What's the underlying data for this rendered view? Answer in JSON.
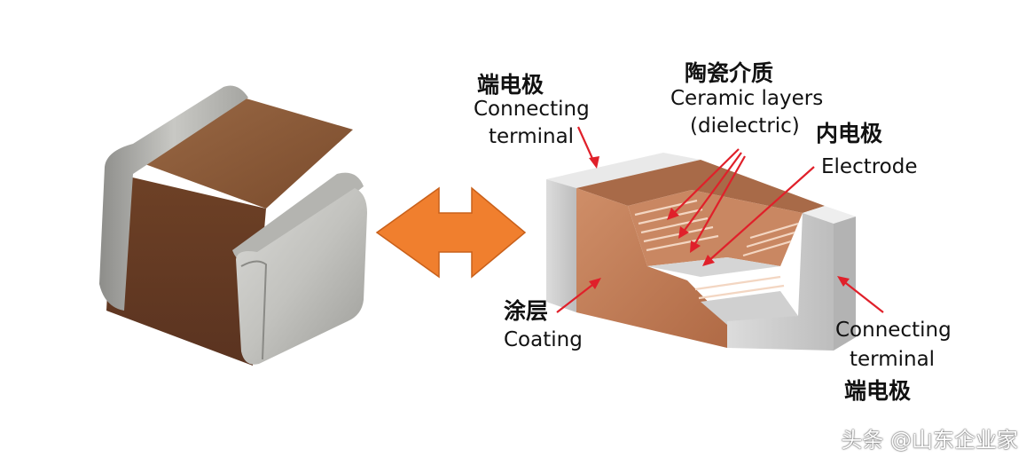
{
  "labels": {
    "top_terminal_cn": "端电极",
    "top_terminal_en_1": "Connecting",
    "top_terminal_en_2": "terminal",
    "ceramic_cn": "陶瓷介质",
    "ceramic_en_1": "Ceramic layers",
    "ceramic_en_2": "(dielectric)",
    "electrode_cn": "内电极",
    "electrode_en": "Electrode",
    "coating_cn": "涂层",
    "coating_en": "Coating",
    "bottom_terminal_en_1": "Connecting",
    "bottom_terminal_en_2": "terminal",
    "bottom_terminal_cn": "端电极"
  },
  "watermark": "头条 @山东企业家",
  "colors": {
    "body_brown": "#7a4a2a",
    "terminal_silver": "#c9c9c7",
    "arrow_orange": "#f07f2e",
    "callout_red": "#e0202a",
    "cut_copper": "#c07a55"
  }
}
